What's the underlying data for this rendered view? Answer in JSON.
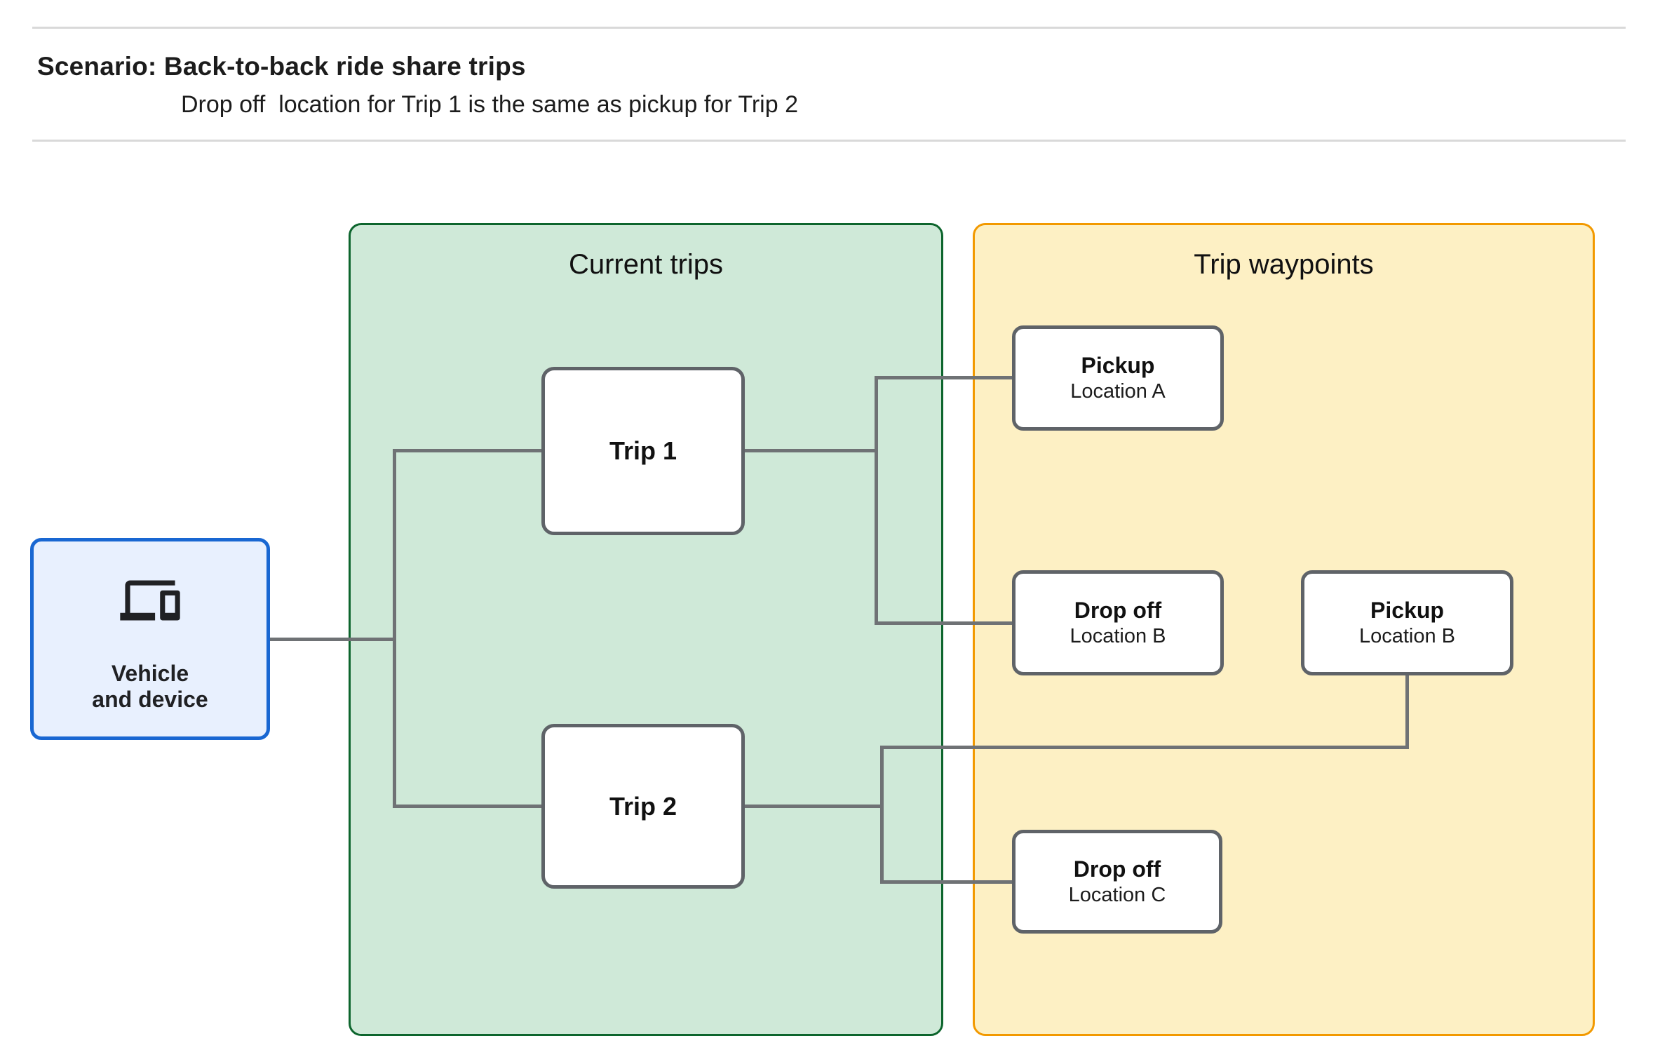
{
  "header": {
    "title": "Scenario: Back-to-back ride share trips",
    "subtitle": "Drop off  location for Trip 1 is the same as pickup for Trip 2"
  },
  "vehicle": {
    "icon": "devices-icon",
    "label_line1": "Vehicle",
    "label_line2": "and device"
  },
  "panels": {
    "current_trips": {
      "title": "Current trips"
    },
    "trip_waypoints": {
      "title": "Trip waypoints"
    }
  },
  "trips": [
    {
      "label": "Trip 1"
    },
    {
      "label": "Trip 2"
    }
  ],
  "waypoints": [
    {
      "type": "Pickup",
      "location": "Location A"
    },
    {
      "type": "Drop off",
      "location": "Location B"
    },
    {
      "type": "Pickup",
      "location": "Location B"
    },
    {
      "type": "Drop off",
      "location": "Location C"
    }
  ],
  "colors": {
    "current_trips_fill": "#CFE9D8",
    "current_trips_border": "#0D652D",
    "trip_waypoints_fill": "#FDF0C4",
    "trip_waypoints_border": "#F29900",
    "vehicle_fill": "#E8F0FE",
    "vehicle_border": "#1967D2",
    "node_border": "#5F6368",
    "connector": "#6F7275",
    "divider": "#D9D9D9"
  }
}
